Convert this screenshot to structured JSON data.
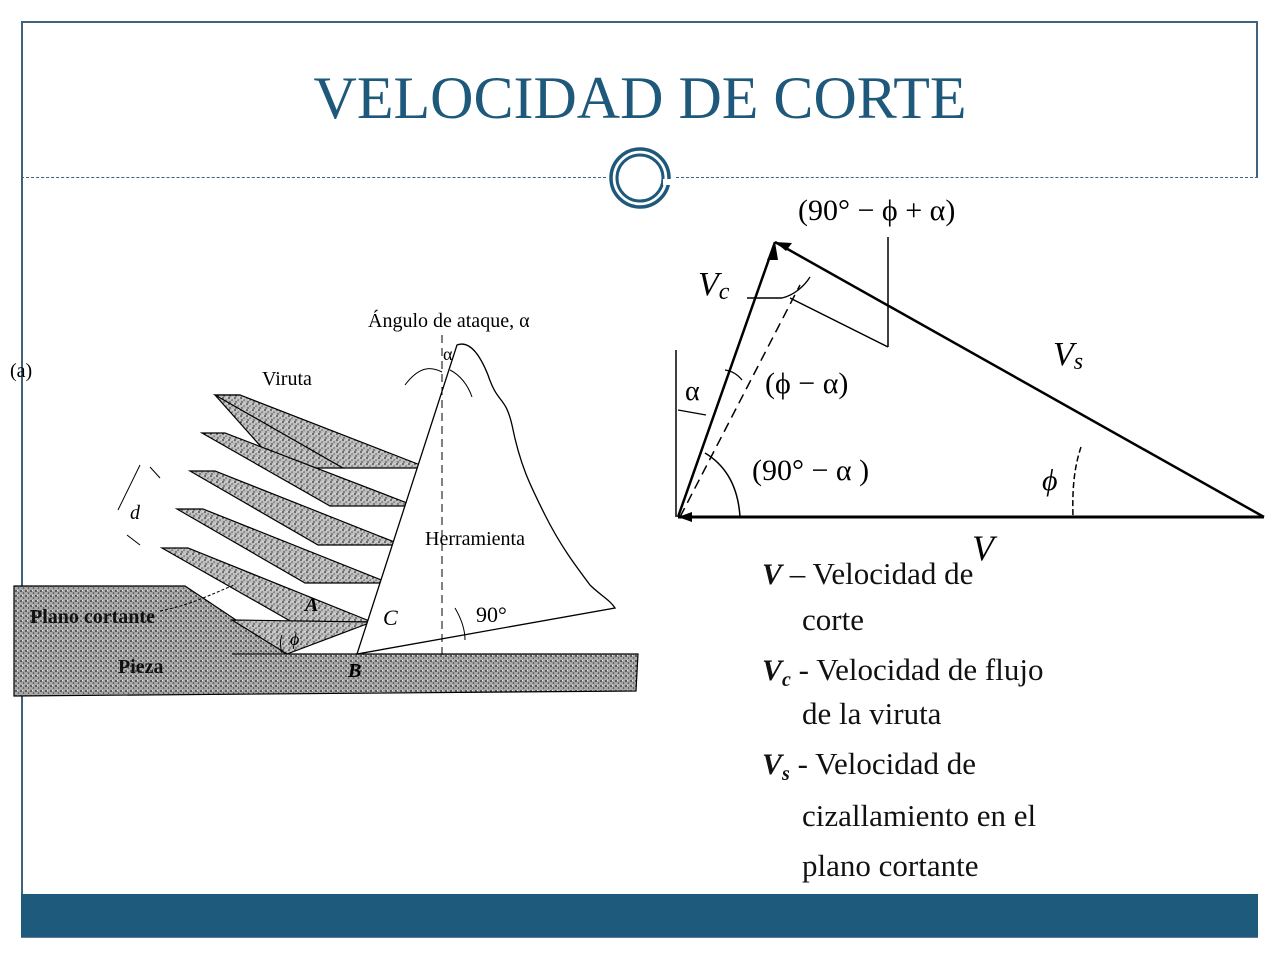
{
  "slide": {
    "title": "VELOCIDAD DE CORTE",
    "colors": {
      "title": "#1e587a",
      "frame": "#41627a",
      "bottom_bar": "#1e5a7c",
      "background": "#ffffff",
      "text": "#111111"
    }
  },
  "figure_left": {
    "panel_label": "(a)",
    "labels": {
      "rake_angle": "Ángulo de ataque, α",
      "alpha": "α",
      "chip": "Viruta",
      "tool": "Herramienta",
      "thickness": "d",
      "shear_plane": "Plano cortante",
      "workpiece": "Pieza",
      "point_a": "A",
      "point_b": "B",
      "point_c": "C",
      "phi": "ϕ",
      "right_angle": "90°"
    }
  },
  "figure_right": {
    "labels": {
      "top_angle": "(90° − ϕ + α)",
      "vc": "V",
      "vc_sub": "c",
      "vs": "V",
      "vs_sub": "s",
      "v": "V",
      "alpha": "α",
      "phi_minus_alpha": "(ϕ − α)",
      "ninety_minus_alpha": "(90° − α )",
      "phi": "ϕ"
    }
  },
  "legend": {
    "items": [
      {
        "symbol": "V",
        "subscript": "",
        "dash": "–",
        "line1": "Velocidad de",
        "line2": "corte",
        "line3": ""
      },
      {
        "symbol": "V",
        "subscript": "c",
        "dash": "-",
        "line1": "Velocidad de flujo",
        "line2": "de la viruta",
        "line3": ""
      },
      {
        "symbol": "V",
        "subscript": "s",
        "dash": "-",
        "line1": "Velocidad de",
        "line2": "cizallamiento en el",
        "line3": "plano cortante"
      }
    ]
  }
}
